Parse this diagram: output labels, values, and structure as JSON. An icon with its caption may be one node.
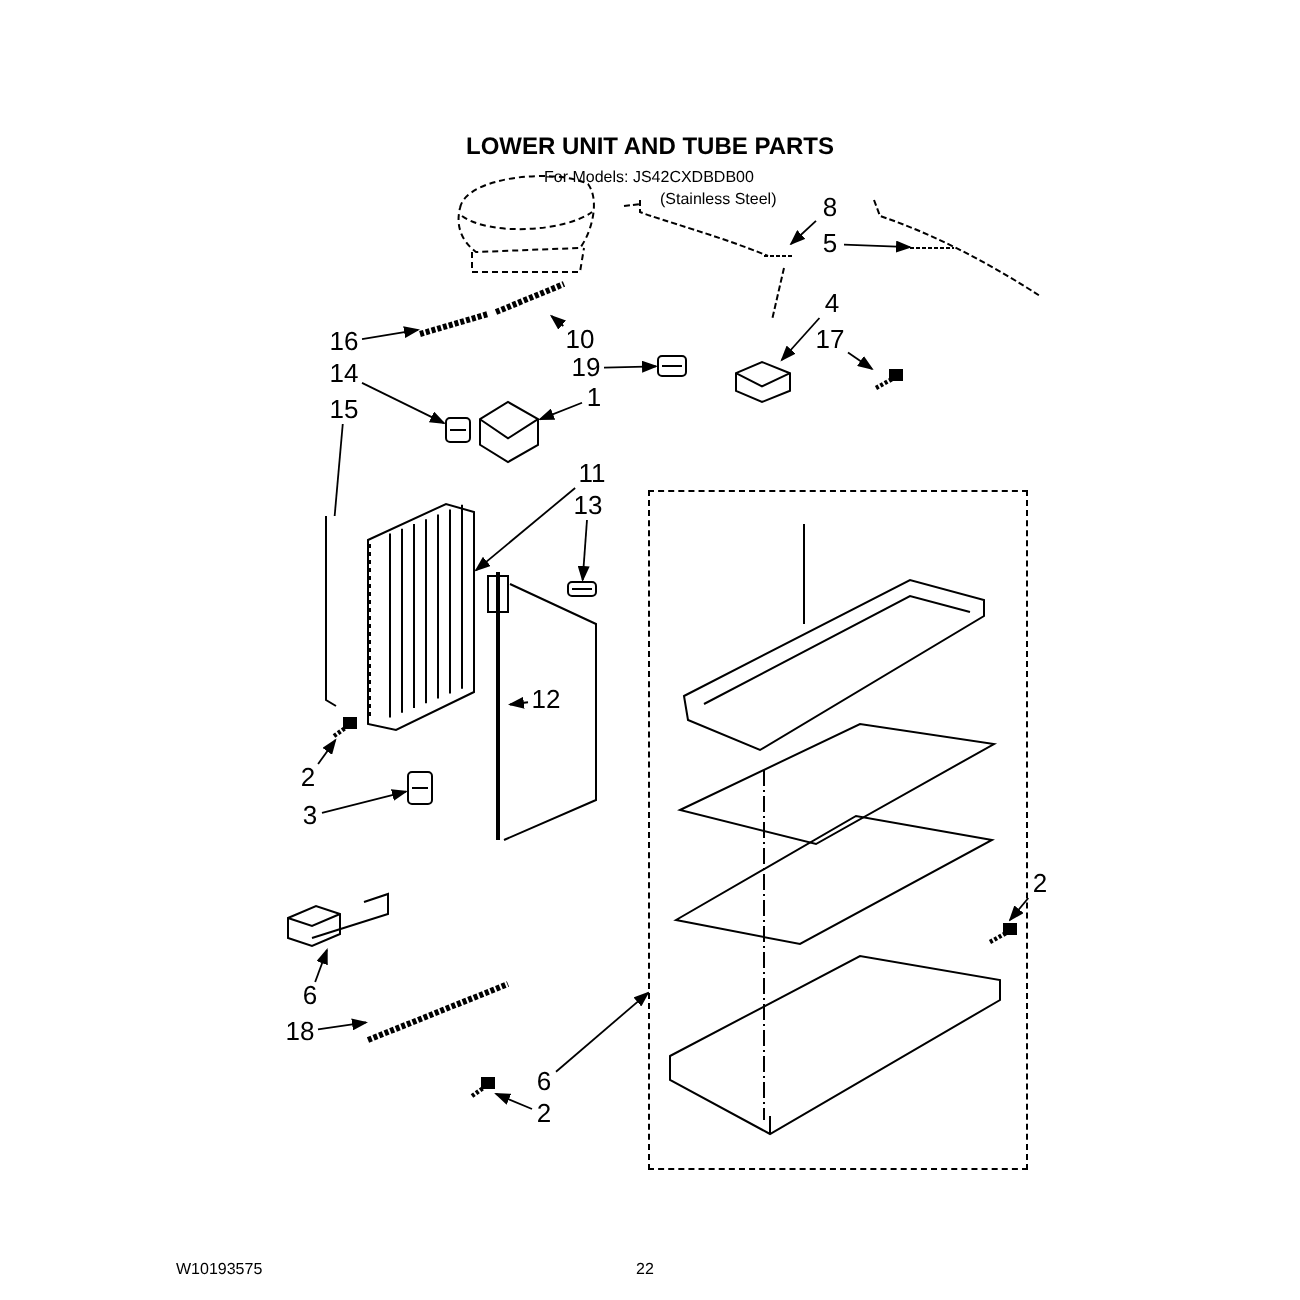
{
  "diagram": {
    "title": "LOWER UNIT AND TUBE PARTS",
    "nodes": [
      {
        "text": [
          "8"
        ]
      },
      {
        "text": [],
        "shape": "picture"
      },
      {
        "text": [
          "5"
        ]
      },
      {
        "text": [],
        "shape": "picture"
      },
      {
        "text": [
          "4"
        ]
      },
      {
        "text": [],
        "shape": "picture"
      },
      {
        "text": [
          "17"
        ]
      },
      {
        "text": [],
        "shape": "picture"
      },
      {
        "text": [
          "16"
        ]
      },
      {
        "text": [],
        "shape": "picture"
      },
      {
        "text": [
          "10"
        ]
      },
      {
        "text": [],
        "shape": "picture"
      },
      {
        "text": [
          "19"
        ]
      },
      {
        "text": [],
        "shape": "picture"
      },
      {
        "text": [
          "14"
        ]
      },
      {
        "text": [],
        "shape": "picture"
      },
      {
        "text": [
          "15"
        ]
      },
      {
        "text": [],
        "shape": "picture"
      },
      {
        "text": [
          "1"
        ]
      },
      {
        "text": [],
        "shape": "picture"
      },
      {
        "text": [
          "11"
        ]
      },
      {
        "text": [],
        "shape": "picture"
      },
      {
        "text": [
          "13"
        ]
      },
      {
        "text": [],
        "shape": "picture"
      },
      {
        "text": [
          "12"
        ]
      },
      {
        "text": [],
        "shape": "picture"
      },
      {
        "text": [
          "2"
        ]
      },
      {
        "text": [],
        "shape": "picture"
      },
      {
        "text": [
          "3"
        ]
      },
      {
        "text": [],
        "shape": "picture"
      },
      {
        "text": [
          "6"
        ]
      },
      {
        "text": [],
        "shape": "picture"
      },
      {
        "text": [
          "18"
        ]
      },
      {
        "text": [],
        "shape": "picture"
      },
      {
        "text": [
          "6"
        ]
      },
      {
        "text": [
          "2"
        ]
      },
      {
        "text": [],
        "shape": "picture"
      },
      {
        "text": [],
        "shape": "box"
      },
      {
        "text": [
          "2"
        ]
      },
      {
        "text": [],
        "shape": "picture",
        "in": 37
      }
    ],
    "edges": [
      {
        "from": 0,
        "to": 1,
        "arrow": "to"
      },
      {
        "from": 2,
        "to": 3,
        "arrow": "to"
      },
      {
        "from": 4,
        "to": 5,
        "arrow": "to"
      },
      {
        "from": 6,
        "to": 7,
        "arrow": "to"
      },
      {
        "from": 8,
        "to": 9,
        "arrow": "to"
      },
      {
        "from": 10,
        "to": 11,
        "arrow": "to"
      },
      {
        "from": 12,
        "to": 13,
        "arrow": "to"
      },
      {
        "from": 14,
        "to": 15,
        "arrow": "to"
      },
      {
        "from": 16,
        "to": 17,
        "arrow": "none"
      },
      {
        "from": 18,
        "to": 19,
        "arrow": "to"
      },
      {
        "from": 20,
        "to": 21,
        "arrow": "to"
      },
      {
        "from": 22,
        "to": 23,
        "arrow": "to"
      },
      {
        "from": 24,
        "to": 25,
        "arrow": "to"
      },
      {
        "from": 26,
        "to": 27,
        "arrow": "to"
      },
      {
        "from": 28,
        "to": 29,
        "arrow": "to"
      },
      {
        "from": 30,
        "to": 31,
        "arrow": "to"
      },
      {
        "from": 32,
        "to": 33,
        "arrow": "to"
      },
      {
        "from": 34,
        "to": 37,
        "arrow": "to"
      },
      {
        "from": 35,
        "to": 36,
        "arrow": "to"
      },
      {
        "from": 38,
        "to": 39,
        "arrow": "to"
      }
    ],
    "labels": [
      "For Models: JS42CXDBDB00",
      "(Stainless Steel)",
      "W10193575",
      "22"
    ]
  }
}
